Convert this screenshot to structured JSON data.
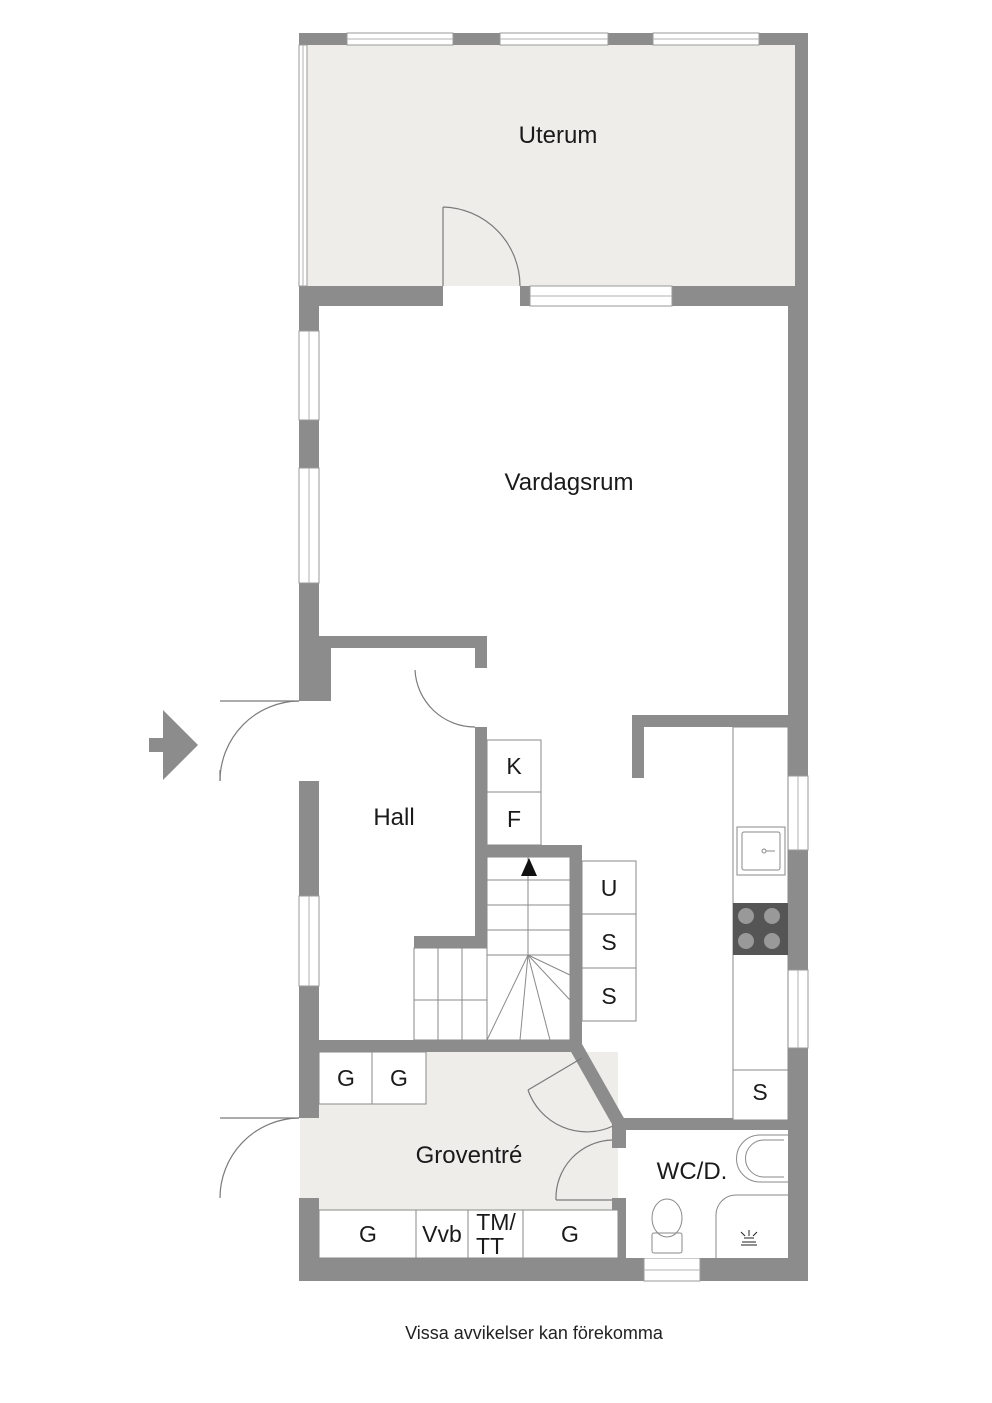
{
  "rooms": {
    "uterum": "Uterum",
    "vardagsrum": "Vardagsrum",
    "hall": "Hall",
    "groventre": "Groventré",
    "wc": "WC/D."
  },
  "fixtures": {
    "kitchen_k": "K",
    "kitchen_f": "F",
    "kitchen_u": "U",
    "kitchen_s1": "S",
    "kitchen_s2": "S",
    "kitchen_s3": "S",
    "groventre_g1": "G",
    "groventre_g2": "G",
    "groventre_g3": "G",
    "groventre_vvb": "Vvb",
    "groventre_tm_1": "TM/",
    "groventre_tm_2": "TT",
    "groventre_g4": "G"
  },
  "disclaimer": "Vissa avvikelser kan förekomma",
  "colors": {
    "wall": "#8c8c8c",
    "floor_tinted": "#efedea",
    "floor_white": "#ffffff",
    "line": "#7a7a7a"
  }
}
